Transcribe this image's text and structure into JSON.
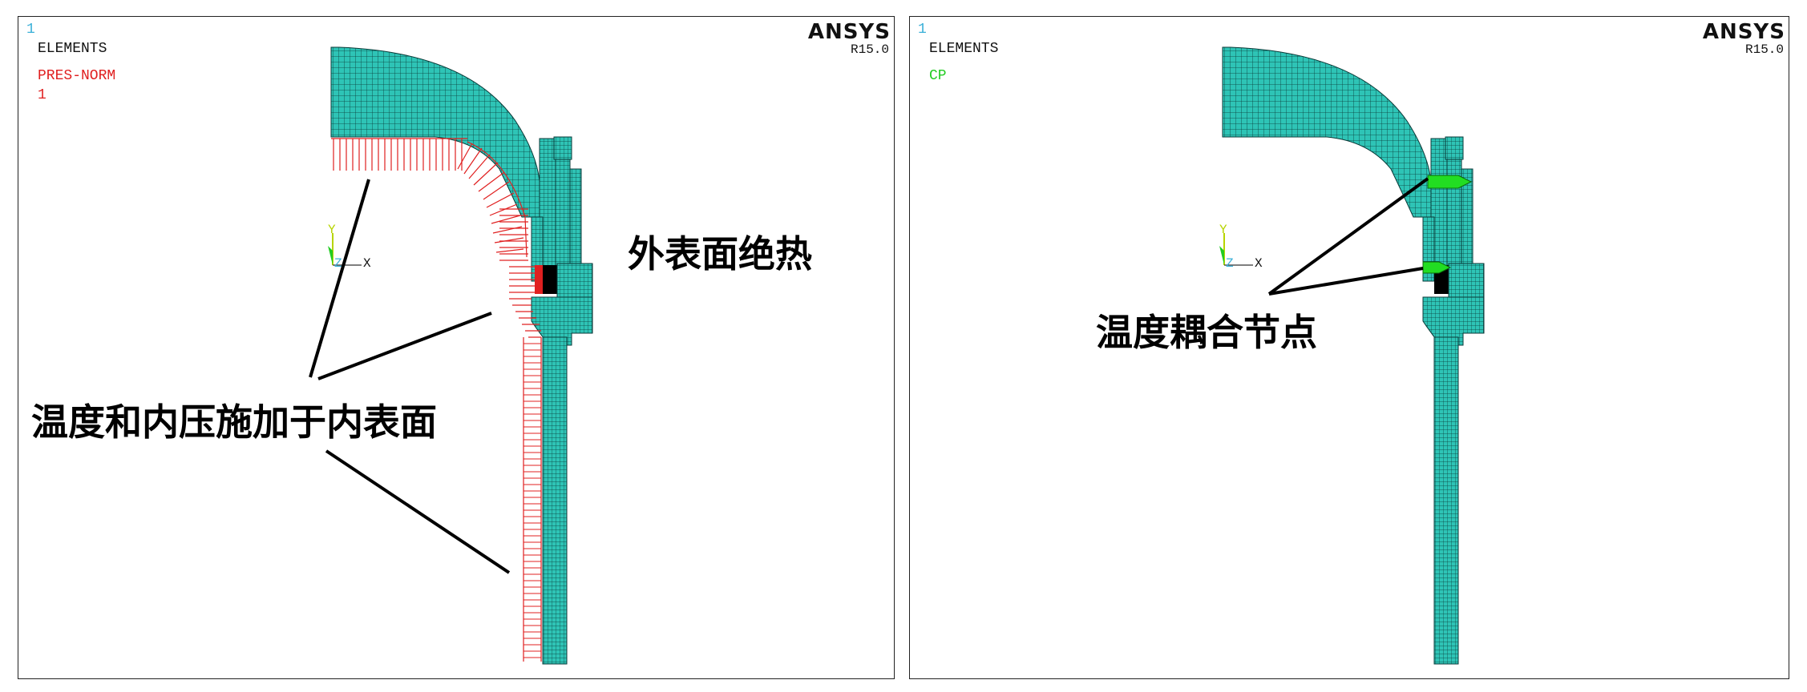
{
  "left": {
    "window_number": "1",
    "elements_label": "ELEMENTS",
    "load_label": "PRES-NORM",
    "load_value": "1",
    "ansys_logo": "ANSYS",
    "version": "R15.0",
    "axis_y": "Y",
    "axis_z": "Z",
    "axis_x": "X",
    "annotation_outer": "外表面绝热",
    "annotation_inner": "温度和内压施加于内表面"
  },
  "right": {
    "window_number": "1",
    "elements_label": "ELEMENTS",
    "cp_label": "CP",
    "ansys_logo": "ANSYS",
    "version": "R15.0",
    "axis_y": "Y",
    "axis_z": "Z",
    "axis_x": "X",
    "annotation_coupling": "温度耦合节点"
  },
  "colors": {
    "mesh_fill": "#2ec4b6",
    "mesh_line": "#0a3a38",
    "pressure_arrows": "#e02020",
    "coupling_nodes": "#22dd22",
    "window_number": "#3ab0d8"
  }
}
